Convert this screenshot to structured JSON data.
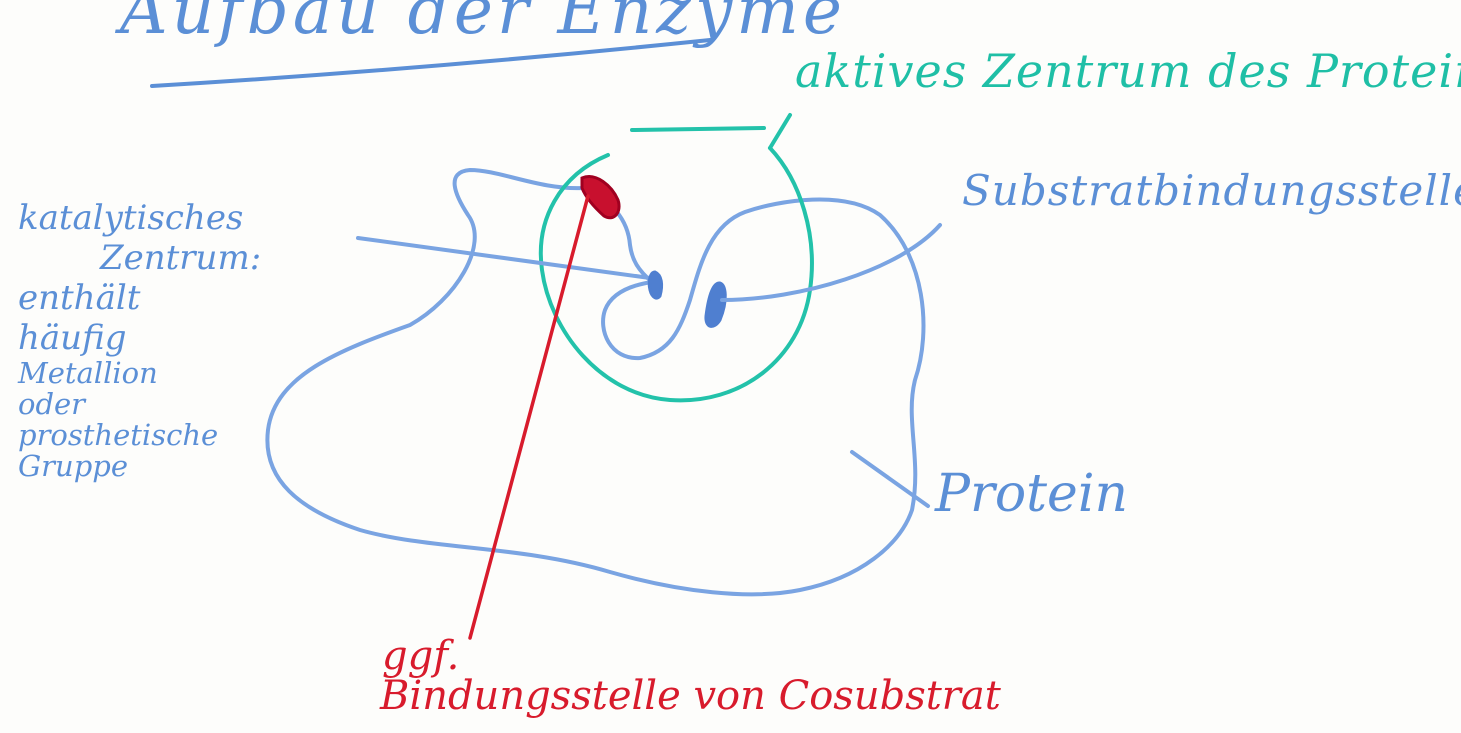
{
  "colors": {
    "blue_ink": "#5b8fd6",
    "teal_ink": "#1fbfa6",
    "red_ink": "#d81b2c",
    "paper": "#fdfdfb"
  },
  "labels": {
    "title": "Aufbau der Enzyme",
    "active_center": "aktives Zentrum des Proteins",
    "substrate_site": "Substratbindungsstelle",
    "protein": "Protein",
    "catalytic": [
      "katalytisches",
      "Zentrum:",
      "enthält",
      "häufig",
      "Metallion",
      "oder",
      "prosthetische",
      "Gruppe"
    ],
    "cosubstrate_prefix": "ggf.",
    "cosubstrate_site": "Bindungsstelle von Cosubstrat"
  }
}
